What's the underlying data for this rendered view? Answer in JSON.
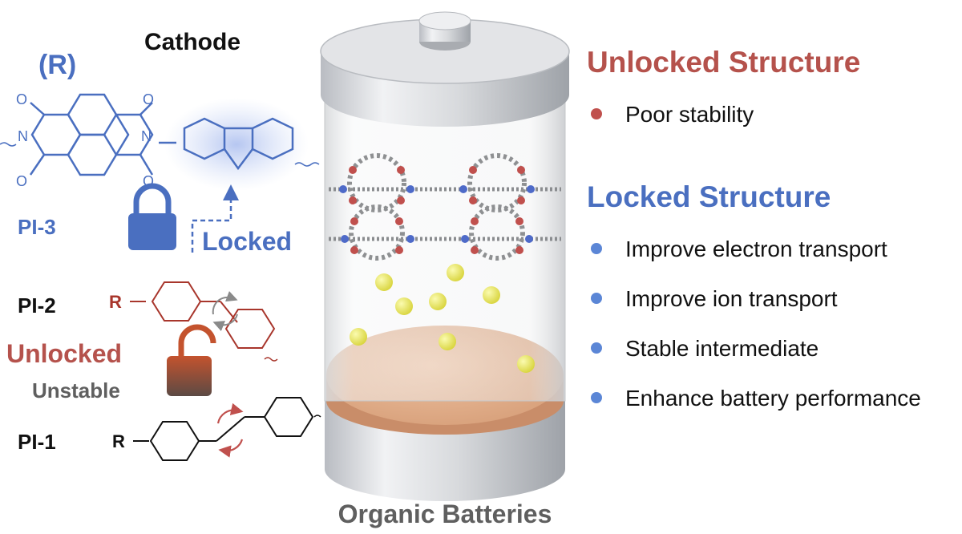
{
  "left": {
    "cathode_label": "Cathode",
    "r_group_label": "(R)",
    "pi3_label": "PI-3",
    "locked_label": "Locked",
    "pi2_label": "PI-2",
    "pi2_r": "R",
    "unlocked_label": "Unlocked",
    "unstable_label": "Unstable",
    "pi1_label": "PI-1",
    "pi1_r": "R",
    "atom_o": "O",
    "atom_n": "N"
  },
  "right": {
    "unlocked_title": "Unlocked Structure",
    "unlocked_items": [
      "Poor stability"
    ],
    "locked_title": "Locked Structure",
    "locked_items": [
      "Improve electron transport",
      "Improve ion transport",
      "Stable intermediate",
      "Enhance battery performance"
    ]
  },
  "footer": {
    "caption": "Organic Batteries"
  },
  "colors": {
    "blue": "#4a6fc0",
    "red": "#b5524c",
    "dark_red": "#a8362c",
    "gray_text": "#5f5f5f",
    "bullet_red": "#c0504d",
    "bullet_blue": "#5b86d6",
    "ion_yellow": "#e6e45a",
    "anode_copper": "#e0b08c"
  }
}
